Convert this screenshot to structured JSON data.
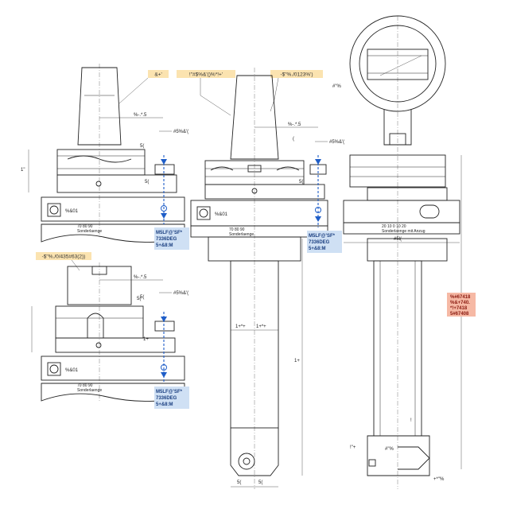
{
  "colors": {
    "line": "#222222",
    "highlight_blue": "#1f5ec8",
    "callout_orange": "#fbe3b0",
    "callout_blue": "#cfe0f4",
    "callout_red": "#f6b9a5",
    "center_line": "#555555"
  },
  "callouts": {
    "top_orange_1": "&+'",
    "top_orange_2": "!\"#$%&'()%*!+'",
    "top_orange_3": "-$\"%./0123%')",
    "mid_left_orange": "-$\"%./0/435#63(2))",
    "red_note_lines": [
      "%#67418",
      "%&+740.",
      "*!+7418",
      "5#67408"
    ]
  },
  "blue_labels": {
    "left_top": [
      "M5LF@'SF*",
      "7336DEG",
      "5+&8:M"
    ],
    "left_bottom": [
      "M5LF@'SF*",
      "7336DEG",
      "5+&8:M"
    ],
    "center": [
      "M5LF@'SF*",
      "7336DEG",
      "5+&8:M"
    ]
  },
  "dimensions": {
    "d1": "%-.*.5",
    "d2": "#5%&'(",
    "d3": "5(",
    "d4": "%&01",
    "d5": "%-.*.5",
    "d6": "#5%&'(",
    "d7": "5(",
    "d8": "%&01",
    "d9": "%-.*.5",
    "d10": "#5%&'(",
    "d11": "%&01",
    "d12": "#5l(",
    "d13": "#\"%",
    "d14": "1+*+",
    "d15": "1+*+",
    "d16": "1+",
    "d17": "!\"+",
    "d18": "5(",
    "d19": "#\"%",
    "d20": "1\"",
    "d21": "5(",
    "d22": "5(",
    "d23": "+*\"%",
    "d24": "!",
    "d25": "(",
    "d26": "1+",
    "d27": "5(",
    "d28": "5("
  },
  "scale_text": {
    "s1": "70  80  90",
    "s2": "Sonderlaenge",
    "s3": "20  10  0  10  20",
    "s4": "Sonderlaenge mit Anzug"
  }
}
